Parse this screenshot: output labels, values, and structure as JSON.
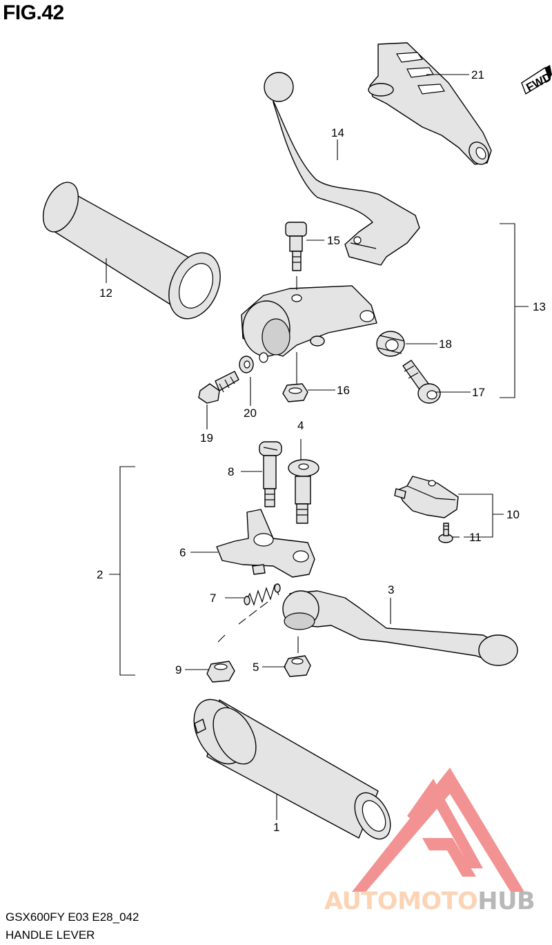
{
  "figure": {
    "title": "FIG.42",
    "model_code": "GSX600FY E03 E28_042",
    "section_title": "HANDLE LEVER"
  },
  "direction_marker": {
    "label": "FWD"
  },
  "watermark": {
    "text_part1": "AUTOMOTO",
    "text_part2": "HUB",
    "colors": {
      "logo": "#f07f7f",
      "text_light": "#fbd3b5",
      "text_gray": "#b8b8b8"
    }
  },
  "callouts": [
    {
      "id": "c1",
      "label": "1"
    },
    {
      "id": "c2",
      "label": "2"
    },
    {
      "id": "c3",
      "label": "3"
    },
    {
      "id": "c4",
      "label": "4"
    },
    {
      "id": "c5",
      "label": "5"
    },
    {
      "id": "c6",
      "label": "6"
    },
    {
      "id": "c7",
      "label": "7"
    },
    {
      "id": "c8",
      "label": "8"
    },
    {
      "id": "c9",
      "label": "9"
    },
    {
      "id": "c10",
      "label": "10"
    },
    {
      "id": "c11",
      "label": "11"
    },
    {
      "id": "c12",
      "label": "12"
    },
    {
      "id": "c13",
      "label": "13"
    },
    {
      "id": "c14",
      "label": "14"
    },
    {
      "id": "c15",
      "label": "15"
    },
    {
      "id": "c16",
      "label": "16"
    },
    {
      "id": "c17",
      "label": "17"
    },
    {
      "id": "c18",
      "label": "18"
    },
    {
      "id": "c19",
      "label": "19"
    },
    {
      "id": "c20",
      "label": "20"
    },
    {
      "id": "c21",
      "label": "21"
    }
  ]
}
